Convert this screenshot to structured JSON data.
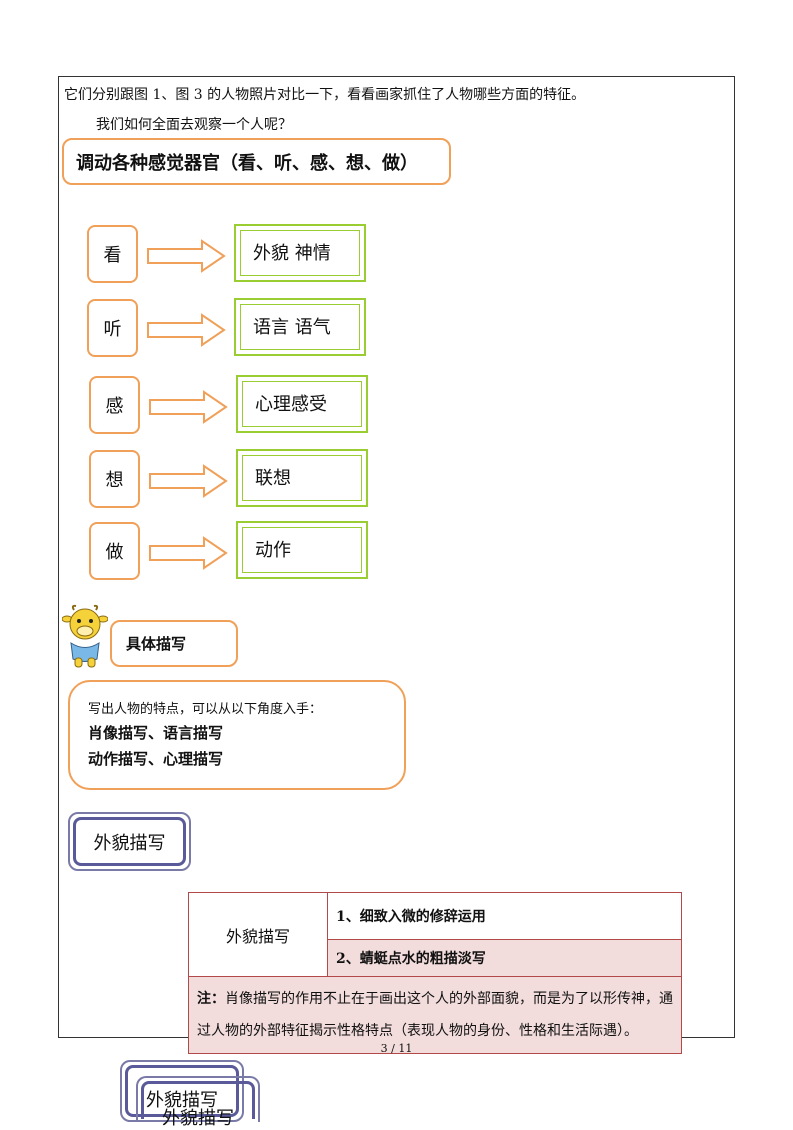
{
  "intro": {
    "line1": "它们分别跟图 1、图 3 的人物照片对比一下，看看画家抓住了人物哪些方面的特征。",
    "line2": "我们如何全面去观察一个人呢？"
  },
  "heading": "调动各种感觉器官（看、听、感、想、做）",
  "senses": [
    {
      "sense": "看",
      "result": "外貌  神情"
    },
    {
      "sense": "听",
      "result": "语言  语气"
    },
    {
      "sense": "感",
      "result": "心理感受"
    },
    {
      "sense": "想",
      "result": "联想"
    },
    {
      "sense": "做",
      "result": "动作"
    }
  ],
  "specific": {
    "label": "具体描写",
    "intro": "写出人物的特点，可以从以下角度入手：",
    "line1": "肖像描写、语言描写",
    "line2": "动作描写、心理描写"
  },
  "appearance": {
    "title": "外貌描写",
    "table_label": "外貌描写",
    "point1": "1、细致入微的修辞运用",
    "point2": "2、蜻蜓点水的粗描淡写",
    "note_label": "注：",
    "note_line1": "肖像描写的作用不止在于画出这个人的外部面貌，而是为了以形传神，通",
    "note_line2": "过人物的外部特征揭示性格特点（表现人物的身份、性格和生活际遇）。"
  },
  "page": "3 / 11",
  "overflow": {
    "label1": "外貌描写",
    "label2": "外貌描写"
  },
  "colors": {
    "orange": "#f0a058",
    "green": "#9acd32",
    "purple": "#5a5a9a",
    "table_border": "#b24a4a",
    "pink_row": "#f2dcdc"
  }
}
